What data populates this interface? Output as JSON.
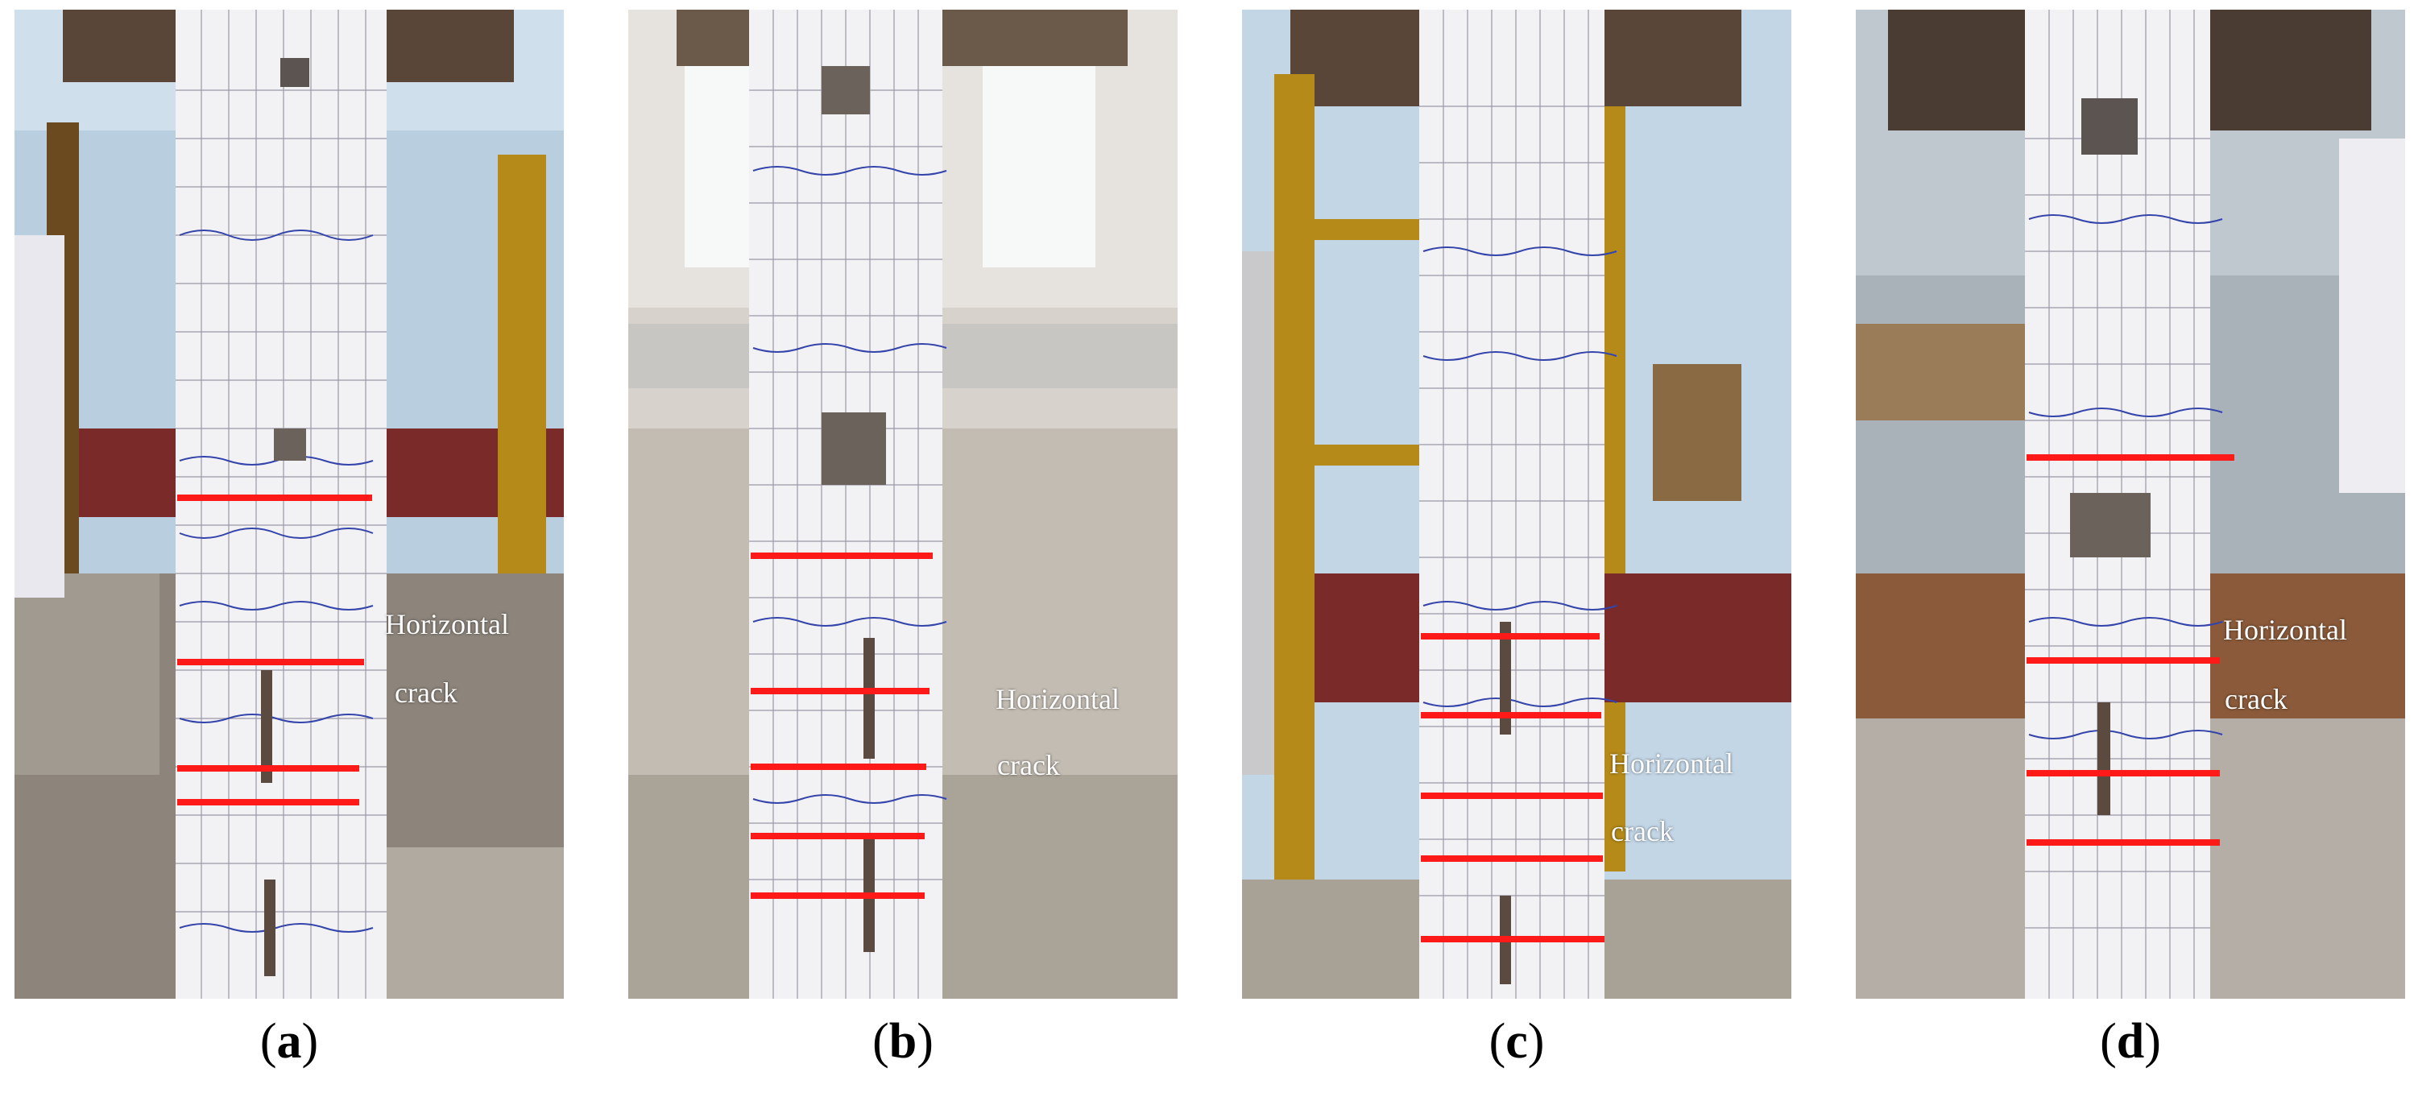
{
  "figure": {
    "panels": [
      {
        "label": "a",
        "annotation": [
          "Horizontal",
          "crack"
        ]
      },
      {
        "label": "b",
        "annotation": [
          "Horizontal",
          "crack"
        ]
      },
      {
        "label": "c",
        "annotation": [
          "Horizontal",
          "crack"
        ]
      },
      {
        "label": "d",
        "annotation": [
          "Horizontal",
          "crack"
        ]
      }
    ],
    "colors": {
      "crack_line": "#ff1a1a",
      "column": "#f2f1f4",
      "wall": "#c9dcea",
      "floor": "#8f877c",
      "steel_frame": "#b58a18",
      "caption_text": "#000000"
    }
  }
}
